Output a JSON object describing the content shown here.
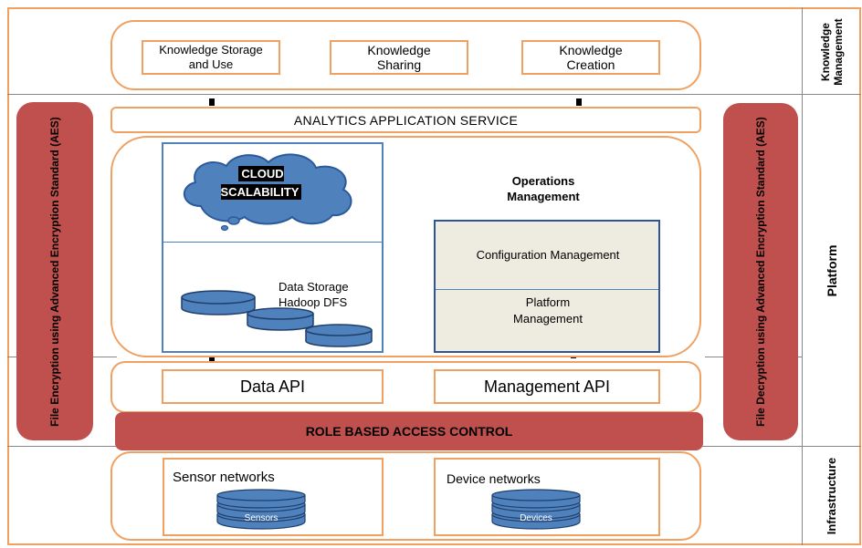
{
  "layers": {
    "knowledge": "Knowledge Management",
    "platform": "Platform",
    "infrastructure": "Infrastructure"
  },
  "knowledge_boxes": [
    "Knowledge Storage and Use",
    "Knowledge Sharing",
    "Knowledge Creation"
  ],
  "analytics_service": "ANALYTICS APPLICATION SERVICE",
  "cloud_label": "CLOUD SCALABILITY",
  "storage_label": "Data Storage Hadoop DFS",
  "ops": {
    "title": "Operations Management",
    "config": "Configuration Management",
    "platform": "Platform Management"
  },
  "apis": {
    "data": "Data API",
    "management": "Management API"
  },
  "rbac": "ROLE BASED ACCESS CONTROL",
  "encryption_left": "File Encryption using Advanced Encryption Standard (AES)",
  "decryption_right": "File Decryption using Advanced Encryption Standard (AES)",
  "infra": {
    "sensor_title": "Sensor networks",
    "sensor_db": "Sensors",
    "device_title": "Device networks",
    "device_db": "Devices"
  },
  "colors": {
    "orange": "#f0a060",
    "red": "#c0504d",
    "blue": "#4f81bd",
    "grey_panel": "#eeece1"
  }
}
